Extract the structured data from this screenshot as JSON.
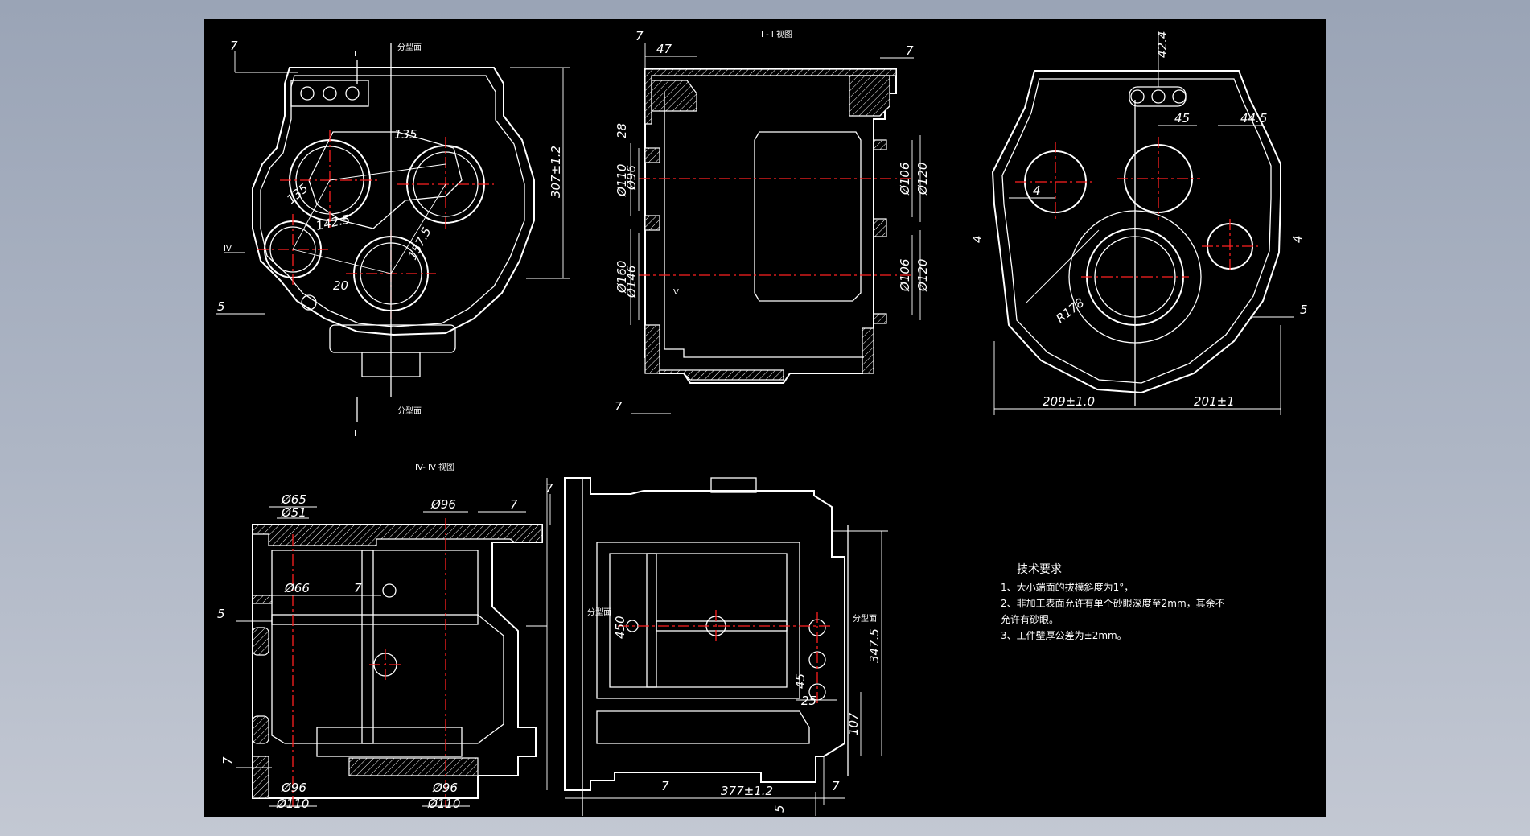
{
  "views": {
    "front": {
      "section_mark_top": "I",
      "section_mark_bottom": "I",
      "parting_top": "分型面",
      "parting_bottom": "分型面",
      "mark_iv": "IV",
      "dims": {
        "d7": "7",
        "d135a": "135",
        "d135b": "135",
        "d1425": "142.5",
        "d1575": "157.5",
        "d20": "20",
        "d5": "5",
        "d307": "307±1.2"
      }
    },
    "section_i": {
      "title": "I - I 视图",
      "mark_iv": "IV",
      "dims": {
        "d47": "47",
        "d7a": "7",
        "d7b": "7",
        "d7c": "7",
        "d28": "28",
        "d110": "Ø110",
        "d96": "Ø96",
        "d160": "Ø160",
        "d146": "Ø146",
        "d106a": "Ø106",
        "d120a": "Ø120",
        "d106b": "Ø106",
        "d120b": "Ø120"
      }
    },
    "rear": {
      "dims": {
        "d424": "42.4",
        "d45": "45",
        "d445": "44.5",
        "d4a": "4",
        "d4b": "4",
        "d4c": "4",
        "d5": "5",
        "r178": "R178",
        "d209": "209±1.0",
        "d201": "201±1"
      }
    },
    "section_iv": {
      "title": "IV- IV 视图",
      "dims": {
        "d65": "Ø65",
        "d51": "Ø51",
        "d96top": "Ø96",
        "d7a": "7",
        "d7b": "7",
        "d66": "Ø66",
        "d7c": "7",
        "d5": "5",
        "d7d": "7",
        "d96l": "Ø96",
        "d110l": "Ø110",
        "d96r": "Ø96",
        "d110r": "Ø110"
      }
    },
    "top": {
      "parting_left": "分型面",
      "parting_right": "分型面",
      "dims": {
        "d450": "450",
        "d3475": "347.5",
        "d45": "45",
        "d25": "25",
        "d107": "107",
        "d7a": "7",
        "d377": "377±1.2",
        "d7b": "7",
        "d5": "5"
      }
    }
  },
  "notes": {
    "title": "技术要求",
    "line1": "1、大小端面的拔模斜度为1°，",
    "line2": "2、非加工表面允许有单个砂眼深度至2mm，其余不",
    "line3": "允许有砂眼。",
    "line4": "3、工件壁厚公差为±2mm。"
  }
}
